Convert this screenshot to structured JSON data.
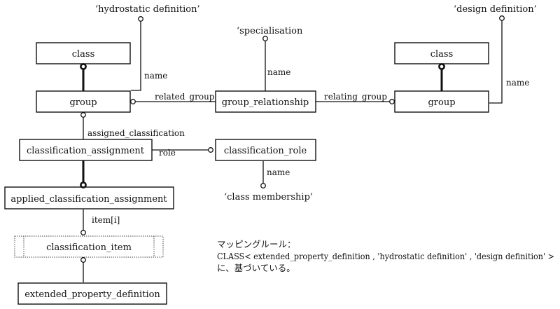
{
  "entities": {
    "class_left": "class",
    "group_left": "group",
    "group_relationship": "group_relationship",
    "class_right": "class",
    "group_right": "group",
    "classification_assignment": "classification_assignment",
    "classification_role": "classification_role",
    "applied_classification_assignment": "applied_classification_assignment",
    "classification_item": "classification_item",
    "extended_property_definition": "extended_property_definition"
  },
  "values": {
    "hydrostatic_definition": "‘hydrostatic definition’",
    "specialisation": "‘specialisation",
    "design_definition": "‘design definition’",
    "class_membership": "‘class membership’"
  },
  "relations": {
    "name_hydrostatic": "name",
    "name_specialisation": "name",
    "name_design": "name",
    "related_group": "related_group",
    "relating_group": "relating_group",
    "assigned_classification": "assigned_classification",
    "role": "role",
    "name_class_membership": "name",
    "item_i": "item[i]"
  },
  "mapping_rule": {
    "heading": "マッピングルール：",
    "rule": "CLASS< extended_property_definition , 'hydrostatic definition' , 'design definition' >",
    "note": "に、基づいている。"
  }
}
